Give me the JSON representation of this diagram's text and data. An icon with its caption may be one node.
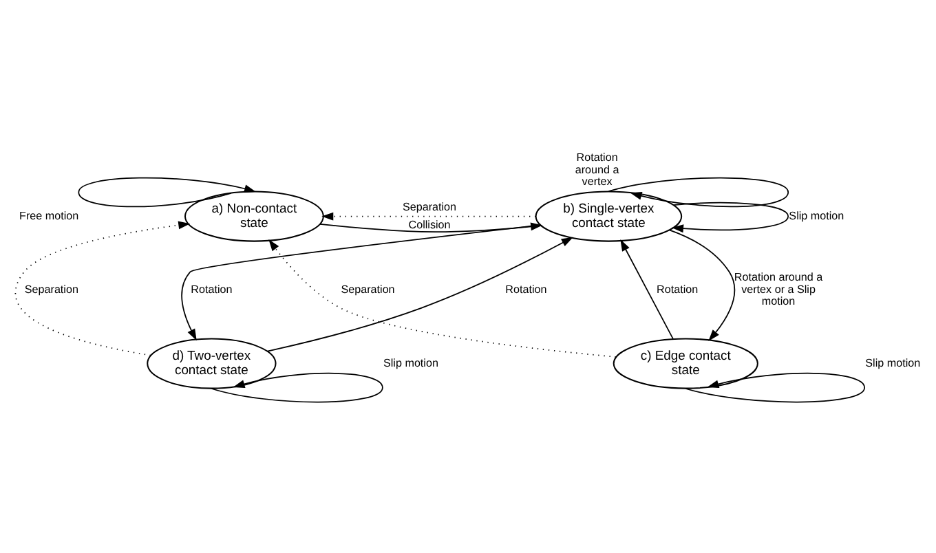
{
  "diagram": {
    "nodes": [
      {
        "text": [
          "a) Non-contact state"
        ]
      },
      {
        "text": [
          "b) Single-vertex contact state"
        ]
      },
      {
        "text": [
          "c) Edge contact state"
        ]
      },
      {
        "text": [
          "d) Two-vertex contact state"
        ]
      }
    ],
    "edges": [
      {
        "from": 0,
        "to": 0,
        "arrow": "to",
        "label": "Free motion"
      },
      {
        "from": 0,
        "to": 1,
        "arrow": "to",
        "label": "Collision"
      },
      {
        "from": 1,
        "to": 0,
        "arrow": "to",
        "label": "Separation",
        "style": "dashed"
      },
      {
        "from": 1,
        "to": 1,
        "arrow": "to",
        "label": "Rotation around a vertex"
      },
      {
        "from": 1,
        "to": 1,
        "arrow": "to",
        "label": "Slip motion"
      },
      {
        "from": 1,
        "to": 2,
        "arrow": "to",
        "label": "Rotation around a vertex or a Slip motion"
      },
      {
        "from": 2,
        "to": 1,
        "arrow": "to",
        "label": "Rotation"
      },
      {
        "from": 2,
        "to": 0,
        "arrow": "to",
        "label": "Separation",
        "style": "dashed"
      },
      {
        "from": 3,
        "to": 0,
        "arrow": "to",
        "label": "Separation",
        "style": "dashed"
      },
      {
        "from": 3,
        "to": 1,
        "arrow": "to",
        "label": "Rotation"
      },
      {
        "from": 1,
        "to": 3,
        "arrow": "to",
        "label": "Rotation"
      },
      {
        "from": 2,
        "to": 2,
        "arrow": "to",
        "label": "Slip motion"
      },
      {
        "from": 3,
        "to": 3,
        "arrow": "to",
        "label": "Slip motion"
      }
    ]
  }
}
